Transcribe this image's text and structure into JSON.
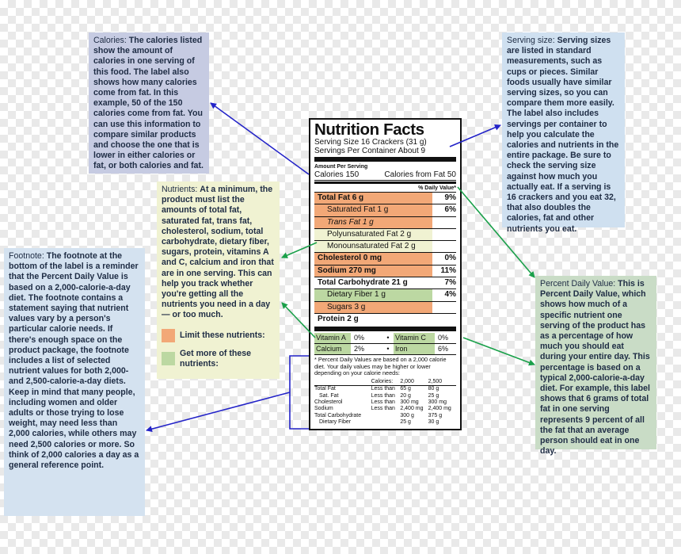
{
  "callouts": {
    "calories": {
      "head": "Calories:",
      "body": "The calories listed show the amount of calories in one serving of this food. The label also shows how many calories come from fat. In this example, 50 of the 150 calories come from fat. You can use this information to compare similar products and choose the one that is lower in either calories or fat, or both calories and fat."
    },
    "serving": {
      "head": "Serving size:",
      "body": "Serving sizes are listed in standard measurements, such as cups or pieces. Similar foods usually have similar serving sizes, so you can compare them more easily. The label also includes servings per container to help you calculate the calories and nutrients in the entire package. Be sure to check the serving size against how much you actually eat. If a serving is 16 crackers and you eat 32, that also doubles the calories, fat and other nutrients you eat."
    },
    "nutrients": {
      "head": "Nutrients:",
      "body": "At a minimum, the product must list the amounts of total fat, saturated fat, trans fat, cholesterol, sodium, total carbohydrate, dietary fiber, sugars, protein, vitamins A and C, calcium and iron that are in one serving. This can help you track whether you're getting all the nutrients you need in a day — or too much.",
      "legend_limit": "Limit these nutrients:",
      "legend_more": "Get more of these nutrients:"
    },
    "footnote": {
      "head": "Footnote:",
      "body": "The footnote at the bottom of the label is a reminder that the Percent Daily Value is based on a 2,000-calorie-a-day diet. The footnote contains a statement saying that nutrient values vary by a person's particular calorie needs. If there's enough space on the product package, the footnote includes a list of selected nutrient values for both 2,000- and 2,500-calorie-a-day diets. Keep in mind that many people, including women and older adults or those trying to lose weight, may need less than 2,000 calories, while others may need 2,500 calories or more. So think of 2,000 calories a day as a general reference point."
    },
    "pdv": {
      "head": "Percent Daily Value:",
      "body": "This is Percent Daily Value, which shows how much of a specific nutrient one serving of the product has as a percentage of how much you should eat during your entire day. This percentage is based on a typical 2,000-calorie-a-day diet. For example, this label shows that 6 grams of total fat in one serving represents 9 percent of all the fat that an average person should eat in one day."
    }
  },
  "label": {
    "title": "Nutrition Facts",
    "serving_size": "Serving Size 16 Crackers (31 g)",
    "servings_per": "Servings Per Container About 9",
    "amount_per": "Amount Per Serving",
    "calories": "Calories 150",
    "calories_fat": "Calories from Fat 50",
    "dv_header": "% Daily Value*",
    "rows": [
      {
        "name": "Total Fat 6 g",
        "pct": "9%"
      },
      {
        "name": "Saturated Fat 1 g",
        "pct": "6%"
      },
      {
        "name": "Trans Fat 1 g",
        "pct": ""
      },
      {
        "name": "Polyunsaturated Fat 2 g",
        "pct": ""
      },
      {
        "name": "Monounsaturated Fat 2 g",
        "pct": ""
      },
      {
        "name": "Cholesterol 0 mg",
        "pct": "0%"
      },
      {
        "name": "Sodium 270 mg",
        "pct": "11%"
      },
      {
        "name": "Total Carbohydrate 21 g",
        "pct": "7%"
      },
      {
        "name": "Dietary Fiber 1 g",
        "pct": "4%"
      },
      {
        "name": "Sugars 3 g",
        "pct": ""
      },
      {
        "name": "Protein 2 g",
        "pct": ""
      }
    ],
    "vitamins": [
      {
        "a": "Vitamin A",
        "av": "0%",
        "b": "Vitamin C",
        "bv": "0%"
      },
      {
        "a": "Calcium",
        "av": "2%",
        "b": "Iron",
        "bv": "6%"
      }
    ],
    "footnote": "* Percent Daily Values are based on a 2,000 calorie diet. Your daily values may be higher or lower depending on your calorie needs:",
    "foot_table": {
      "header": [
        "",
        "Calories:",
        "2,000",
        "2,500"
      ],
      "rows": [
        [
          "Total Fat",
          "Less than",
          "65 g",
          "80 g"
        ],
        [
          "Sat. Fat",
          "Less than",
          "20 g",
          "25 g"
        ],
        [
          "Cholesterol",
          "Less than",
          "300 mg",
          "300 mg"
        ],
        [
          "Sodium",
          "Less than",
          "2,400 mg",
          "2,400 mg"
        ],
        [
          "Total Carbohydrate",
          "",
          "300 g",
          "375 g"
        ],
        [
          "Dietary Fiber",
          "",
          "25 g",
          "30 g"
        ]
      ]
    }
  },
  "colors": {
    "limit": "#f2a877",
    "more": "#bcd8a2",
    "arrow_blue": "#2323c8",
    "arrow_green": "#1aa04a"
  }
}
